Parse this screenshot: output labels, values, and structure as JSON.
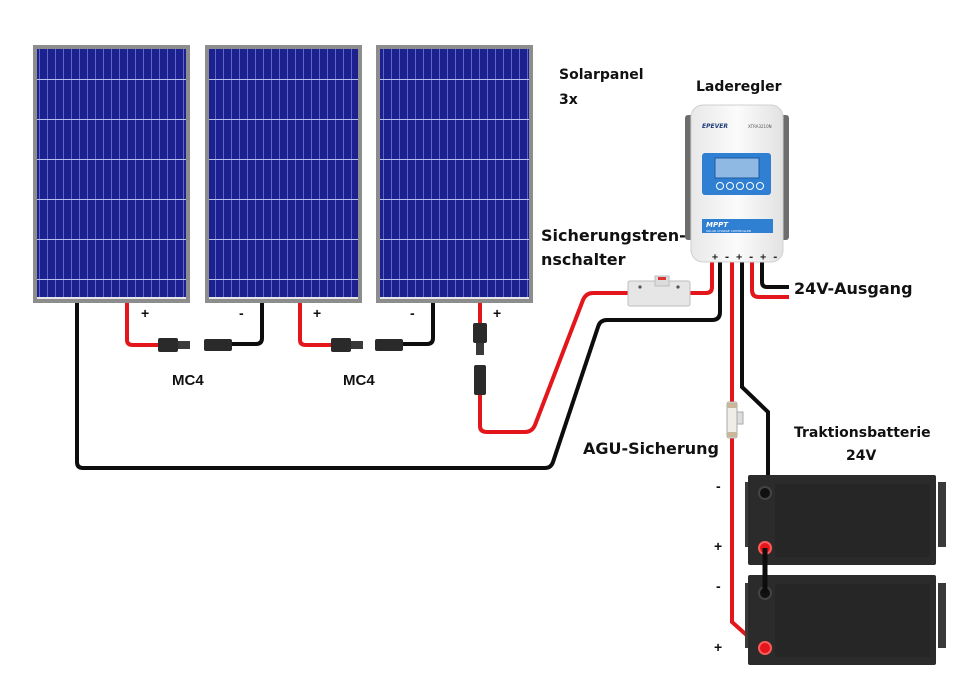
{
  "labels": {
    "solar_panel_line1": "Solarpanel",
    "solar_panel_line2": "3x",
    "charge_controller": "Laderegler",
    "breaker_line1": "Sicherungstren-",
    "breaker_line2": "nschalter",
    "load_output": "24V-Ausgang",
    "agu_fuse": "AGU-Sicherung",
    "battery_line1": "Traktionsbatterie",
    "battery_line2": "24V",
    "mc4_left": "MC4",
    "mc4_right": "MC4"
  },
  "polarity": {
    "plus": "+",
    "minus": "-"
  },
  "controller": {
    "brand": "EPEVER",
    "model": "XTRA3210N",
    "type_title": "MPPT",
    "type_subtitle": "SOLAR CHARGE CONTROLLER",
    "terminals": "+ - + - + -"
  },
  "colors": {
    "positive_wire": "#e3161b",
    "negative_wire": "#0d0d0d",
    "panel_cell": "#1c1f8c",
    "panel_frame": "#8a8a8a",
    "battery_body": "#2a2a2a",
    "controller_accent": "#2f7fd3"
  },
  "components": {
    "panel_count": 3,
    "battery_count": 2
  }
}
